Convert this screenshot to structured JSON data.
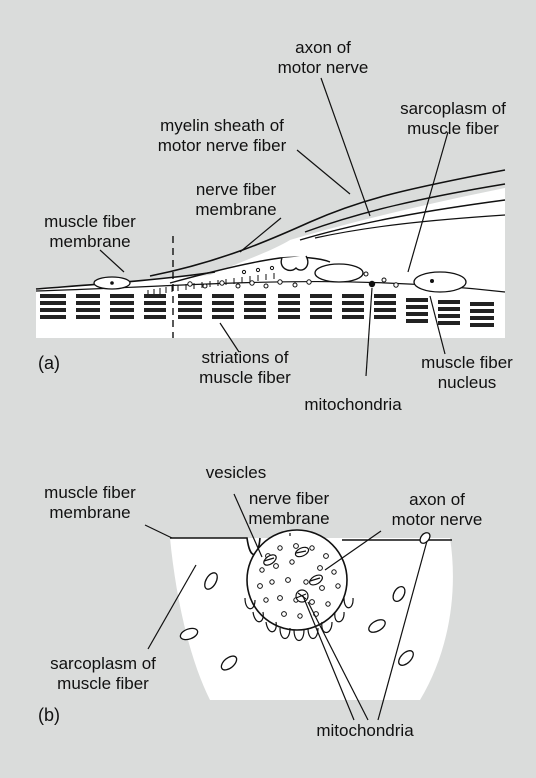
{
  "panel_a": {
    "panel_label": "(a)",
    "labels": {
      "axon_line1": "axon of",
      "axon_line2": "motor nerve",
      "sarcoplasm_line1": "sarcoplasm of",
      "sarcoplasm_line2": "muscle fiber",
      "myelin_line1": "myelin sheath of",
      "myelin_line2": "motor nerve fiber",
      "nerve_membrane_line1": "nerve fiber",
      "nerve_membrane_line2": "membrane",
      "muscle_membrane_line1": "muscle fiber",
      "muscle_membrane_line2": "membrane",
      "striations_line1": "striations of",
      "striations_line2": "muscle fiber",
      "nucleus_line1": "muscle fiber",
      "nucleus_line2": "nucleus",
      "mitochondria": "mitochondria"
    }
  },
  "panel_b": {
    "panel_label": "(b)",
    "labels": {
      "vesicles": "vesicles",
      "muscle_membrane_line1": "muscle fiber",
      "muscle_membrane_line2": "membrane",
      "nerve_membrane_line1": "nerve fiber",
      "nerve_membrane_line2": "membrane",
      "axon_line1": "axon of",
      "axon_line2": "motor nerve",
      "sarcoplasm_line1": "sarcoplasm of",
      "sarcoplasm_line2": "muscle fiber",
      "mitochondria": "mitochondria"
    }
  }
}
